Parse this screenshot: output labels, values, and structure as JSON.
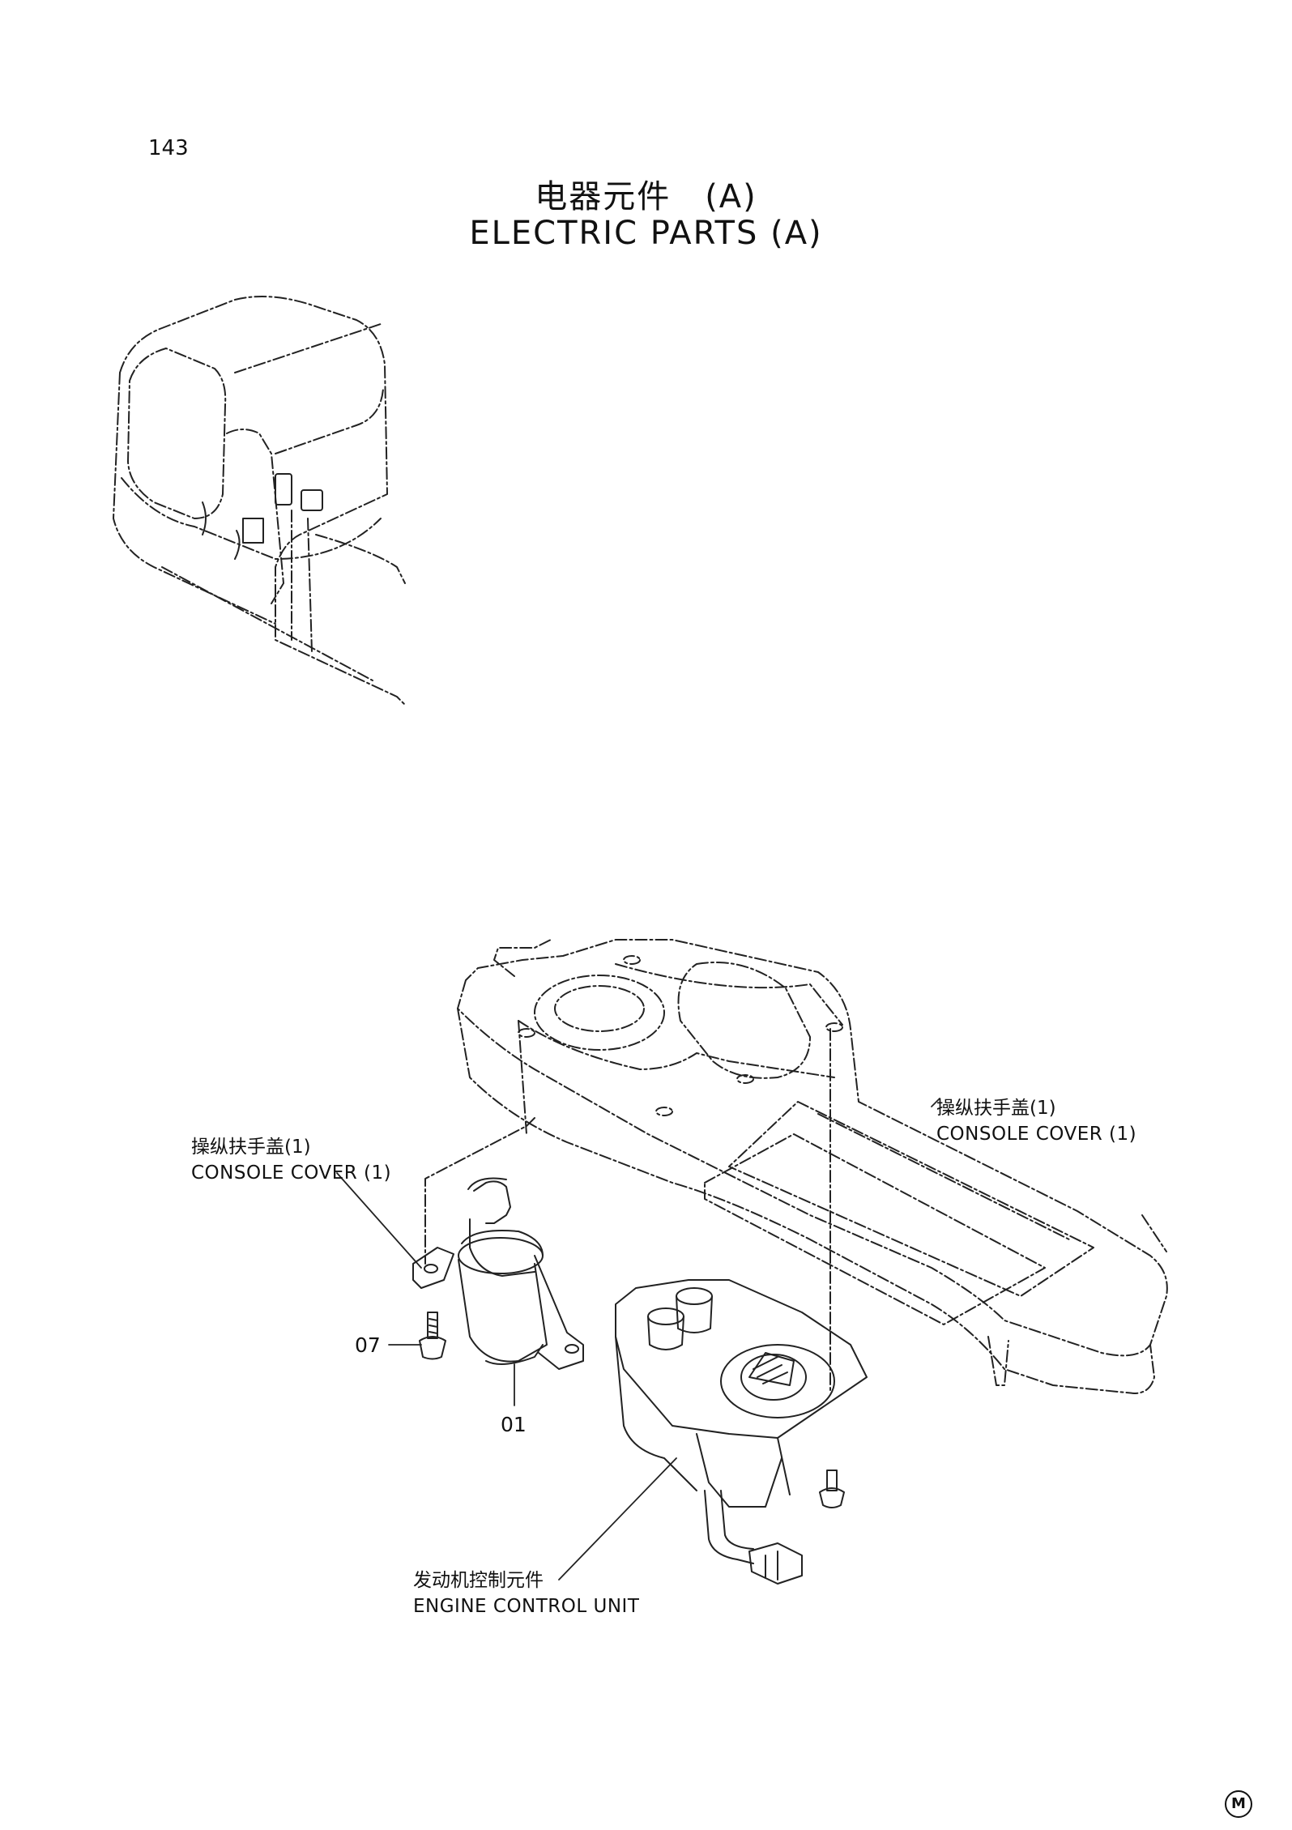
{
  "page": {
    "number": "143"
  },
  "title": {
    "chinese": "电器元件　(A)",
    "english": "ELECTRIC  PARTS  (A)"
  },
  "callouts": {
    "console_cover_left": {
      "chinese": "操纵扶手盖(1)",
      "english": "CONSOLE COVER  (1)"
    },
    "console_cover_right": {
      "chinese": "操纵扶手盖(1)",
      "english": "CONSOLE COVER  (1)"
    },
    "engine_control_unit": {
      "chinese": "发动机控制元件",
      "english": "ENGINE  CONTROL  UNIT"
    },
    "part_07": "07",
    "part_01": "01"
  },
  "footer": {
    "mark": "M"
  }
}
